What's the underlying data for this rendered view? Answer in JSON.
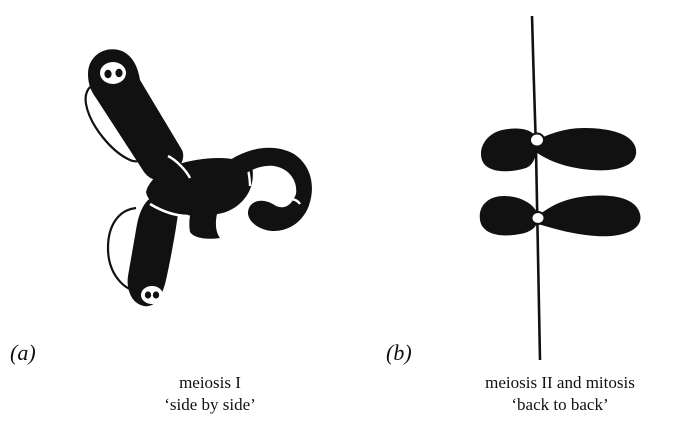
{
  "colors": {
    "ink": "#111111",
    "paper": "#ffffff"
  },
  "panels": [
    {
      "letter": "(a)",
      "caption_line1": "meiosis I",
      "caption_line2": "‘side by side’"
    },
    {
      "letter": "(b)",
      "caption_line1": "meiosis II and mitosis",
      "caption_line2": "‘back to back’"
    }
  ]
}
